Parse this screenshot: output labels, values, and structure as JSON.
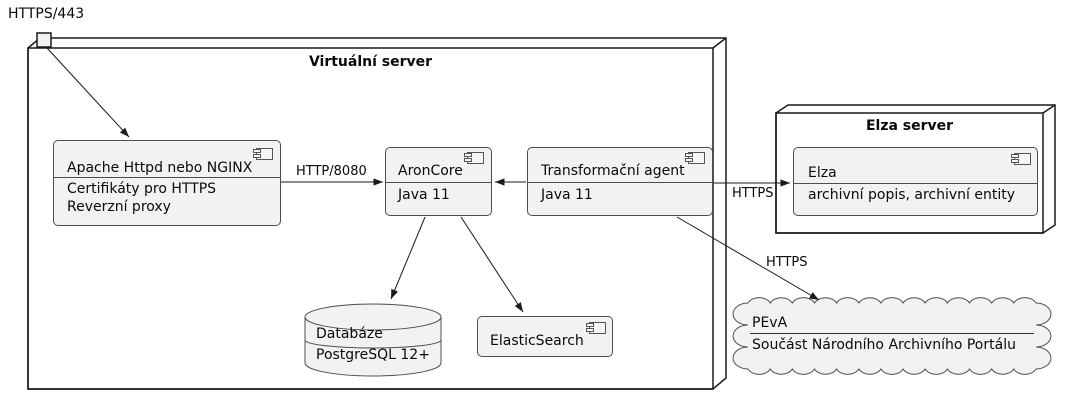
{
  "labels": {
    "port": "HTTPS/443"
  },
  "nodes": {
    "virtual_server": {
      "title": "Virtuální server"
    },
    "elza_server": {
      "title": "Elza server"
    }
  },
  "components": {
    "apache": {
      "title": "Apache Httpd nebo NGINX",
      "lines": [
        "Certifikáty pro HTTPS",
        "Reverzní proxy"
      ]
    },
    "aroncore": {
      "title": "AronCore",
      "lines": [
        "Java 11"
      ]
    },
    "transform_agent": {
      "title": "Transformační agent",
      "lines": [
        "Java 11"
      ]
    },
    "elza": {
      "title": "Elza",
      "lines": [
        "archivní popis, archivní entity"
      ]
    },
    "elasticsearch": {
      "title": "ElasticSearch"
    }
  },
  "database": {
    "title": "Databáze",
    "subtitle": "PostgreSQL 12+"
  },
  "cloud": {
    "title": "PEvA",
    "subtitle": "Součást Národního Archivního Portálu"
  },
  "edges": {
    "apache_aroncore": {
      "label": "HTTP/8080"
    },
    "agent_elza": {
      "label": "HTTPS"
    },
    "agent_peva": {
      "label": "HTTPS"
    }
  },
  "colors": {
    "component_fill": "#F2F2F2",
    "component_border": "#4D4D4D",
    "node_border": "#1A1A1A",
    "arrow": "#1A1A1A",
    "text": "#0A0A0A"
  }
}
